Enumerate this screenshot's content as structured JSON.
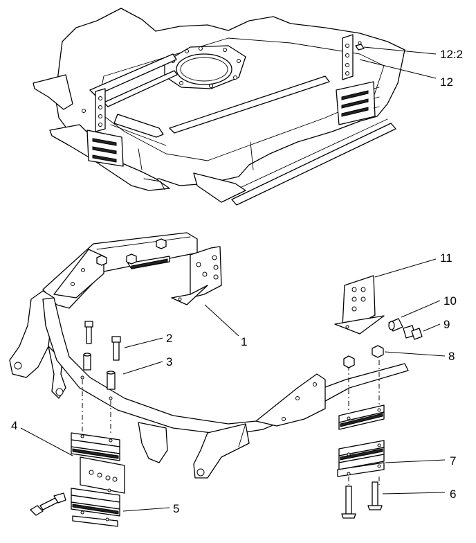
{
  "diagram": {
    "callouts": [
      {
        "id": "c12-2",
        "label": "12:2"
      },
      {
        "id": "c12",
        "label": "12"
      },
      {
        "id": "c1",
        "label": "1"
      },
      {
        "id": "c2",
        "label": "2"
      },
      {
        "id": "c3",
        "label": "3"
      },
      {
        "id": "c4",
        "label": "4"
      },
      {
        "id": "c5",
        "label": "5"
      },
      {
        "id": "c6",
        "label": "6"
      },
      {
        "id": "c7",
        "label": "7"
      },
      {
        "id": "c8",
        "label": "8"
      },
      {
        "id": "c9",
        "label": "9"
      },
      {
        "id": "c10",
        "label": "10"
      },
      {
        "id": "c11",
        "label": "11"
      }
    ]
  }
}
